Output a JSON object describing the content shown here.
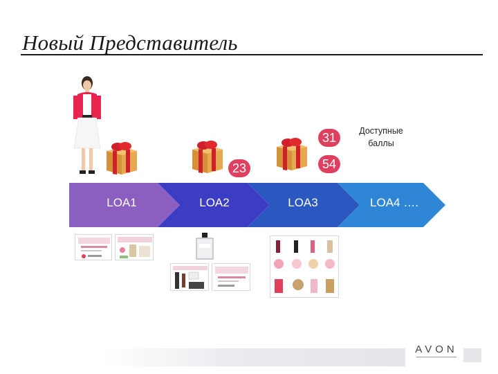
{
  "slide": {
    "title": "Новый Представитель",
    "points_label_line1": "Доступные",
    "points_label_line2": "баллы"
  },
  "badges": [
    {
      "value": "23",
      "color": "#e04060"
    },
    {
      "value": "31",
      "color": "#e04060"
    },
    {
      "value": "54",
      "color": "#e04060"
    }
  ],
  "stages": [
    {
      "label": "LOA1",
      "color": "#8a5fc0"
    },
    {
      "label": "LOA2",
      "color": "#3d3cc4"
    },
    {
      "label": "LOA3",
      "color": "#2a57c0"
    },
    {
      "label": "LOA4 ….",
      "color": "#2f86d6"
    }
  ],
  "logo": {
    "name": "AVON"
  },
  "icons": [
    "person-figure",
    "gift-box-icon",
    "product-thumbnail"
  ]
}
